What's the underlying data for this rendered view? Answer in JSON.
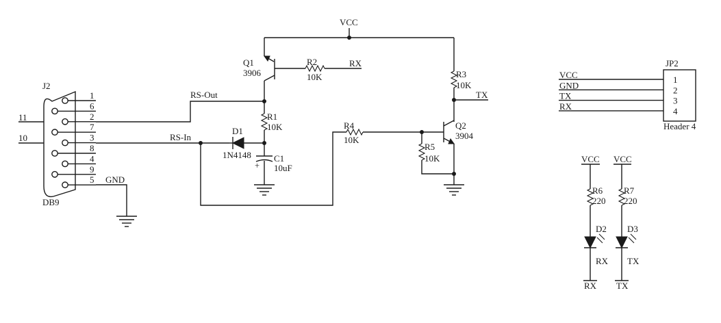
{
  "components": {
    "j2": {
      "ref": "J2",
      "name": "DB9"
    },
    "q1": {
      "ref": "Q1",
      "value": "3906"
    },
    "q2": {
      "ref": "Q2",
      "value": "3904"
    },
    "r1": {
      "ref": "R1",
      "value": "10K"
    },
    "r2": {
      "ref": "R2",
      "value": "10K"
    },
    "r3": {
      "ref": "R3",
      "value": "10K"
    },
    "r4": {
      "ref": "R4",
      "value": "10K"
    },
    "r5": {
      "ref": "R5",
      "value": "10K"
    },
    "r6": {
      "ref": "R6",
      "value": "220"
    },
    "r7": {
      "ref": "R7",
      "value": "220"
    },
    "d1": {
      "ref": "D1",
      "value": "1N4148"
    },
    "d2": {
      "ref": "D2",
      "label": "RX"
    },
    "d3": {
      "ref": "D3",
      "label": "TX"
    },
    "c1": {
      "ref": "C1",
      "value": "10uF",
      "polarity": "+"
    },
    "jp2": {
      "ref": "JP2",
      "name": "Header 4",
      "pins": [
        "1",
        "2",
        "3",
        "4"
      ]
    }
  },
  "db9_pins": [
    "1",
    "6",
    "2",
    "7",
    "3",
    "8",
    "4",
    "9",
    "5"
  ],
  "external_pins": {
    "left_top": "11",
    "left_bottom": "10"
  },
  "nets": {
    "vcc": "VCC",
    "gnd": "GND",
    "rx": "RX",
    "tx": "TX",
    "rs_out": "RS-Out",
    "rs_in": "RS-In"
  },
  "header_nets": [
    "VCC",
    "GND",
    "TX",
    "RX"
  ]
}
